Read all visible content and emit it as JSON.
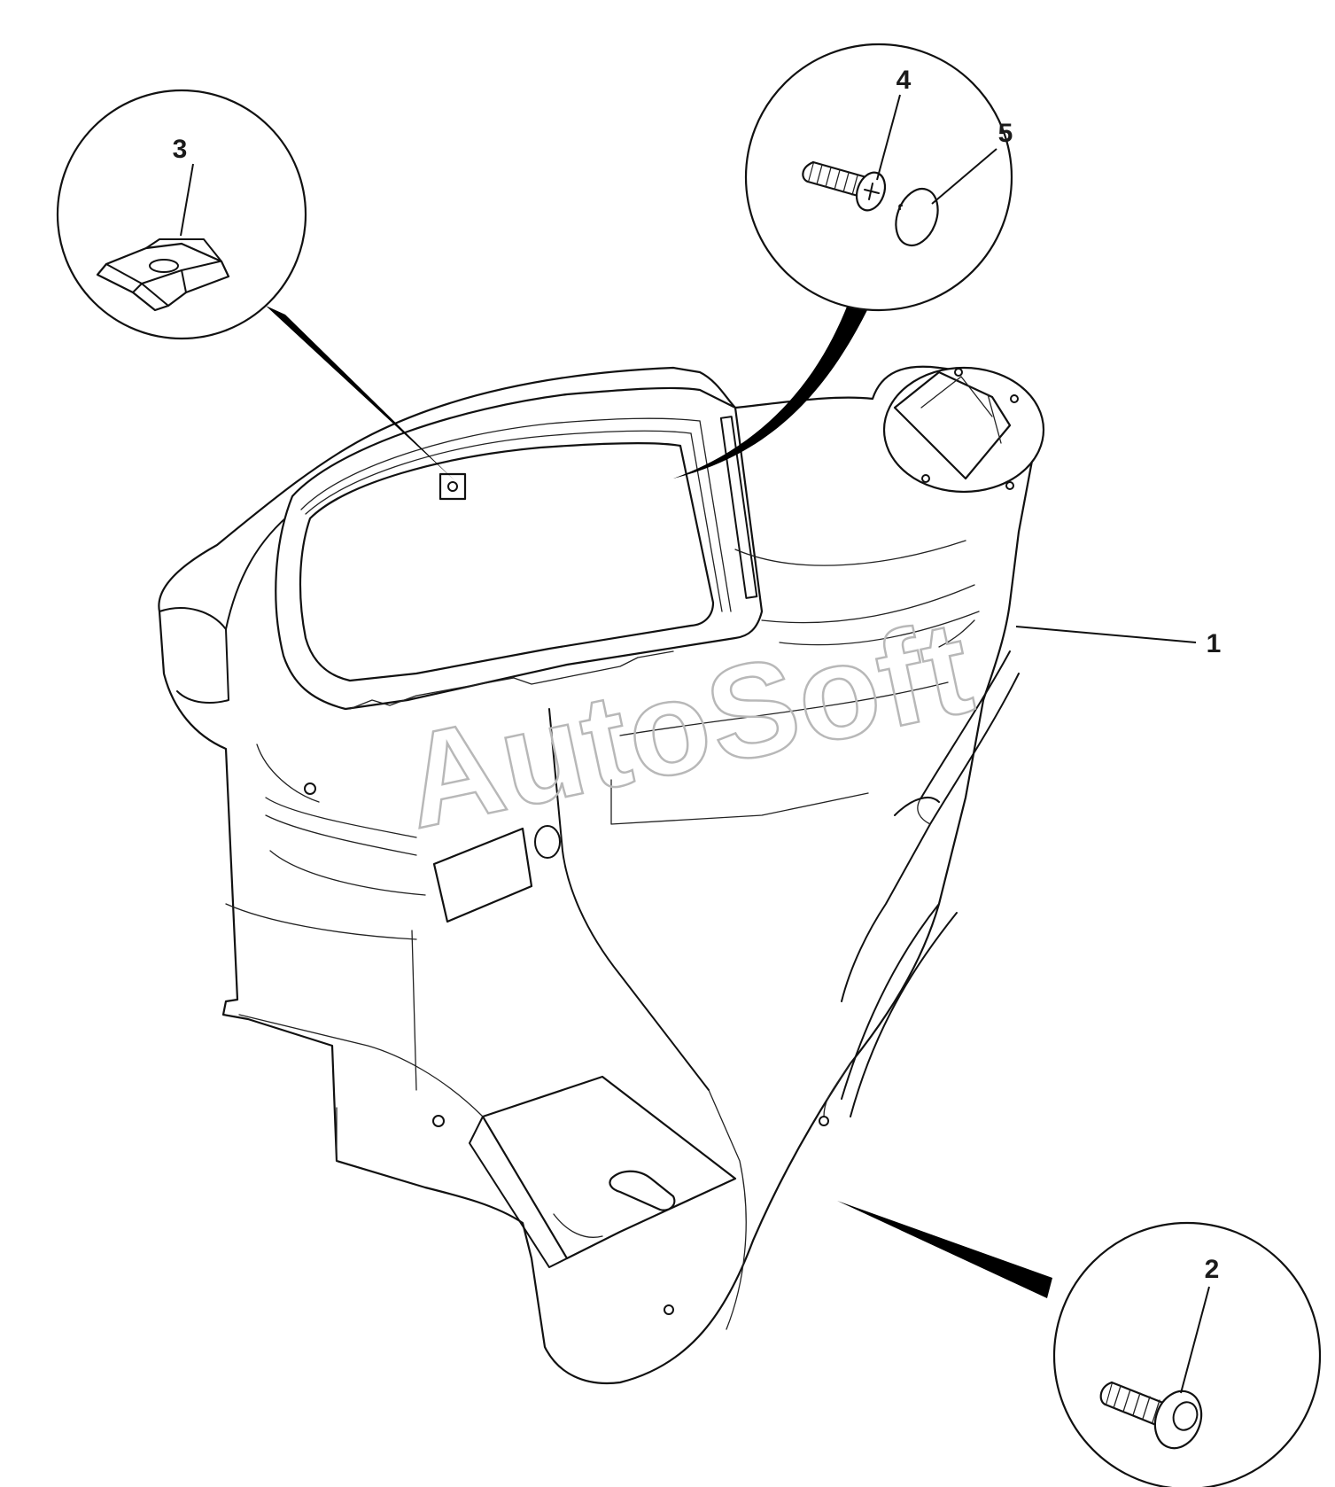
{
  "watermark": "AutoSoft",
  "callouts": [
    {
      "label": "1"
    },
    {
      "label": "2"
    },
    {
      "label": "3"
    },
    {
      "label": "4"
    },
    {
      "label": "5"
    }
  ],
  "detail_views": [
    {
      "id": "clip-detail",
      "part_label": "3"
    },
    {
      "id": "screw-cap-detail",
      "part_labels": [
        "4",
        "5"
      ]
    },
    {
      "id": "bolt-detail",
      "part_label": "2"
    }
  ]
}
